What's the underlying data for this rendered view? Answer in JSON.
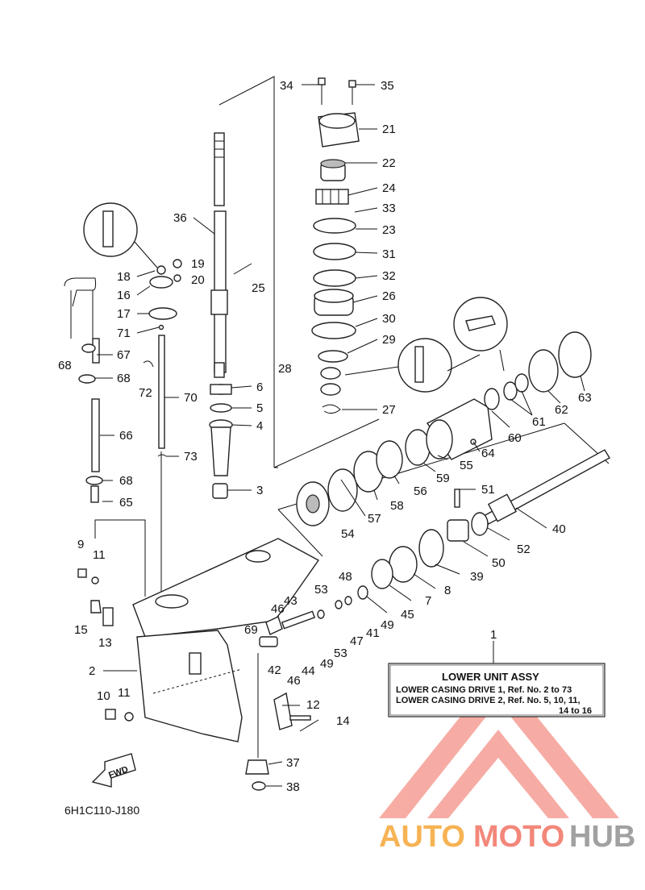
{
  "diagram": {
    "part_labels": [
      {
        "id": "l34",
        "text": "34"
      },
      {
        "id": "l35",
        "text": "35"
      },
      {
        "id": "l21",
        "text": "21"
      },
      {
        "id": "l22",
        "text": "22"
      },
      {
        "id": "l24",
        "text": "24"
      },
      {
        "id": "l33",
        "text": "33"
      },
      {
        "id": "l23",
        "text": "23"
      },
      {
        "id": "l31",
        "text": "31"
      },
      {
        "id": "l32",
        "text": "32"
      },
      {
        "id": "l26",
        "text": "26"
      },
      {
        "id": "l30",
        "text": "30"
      },
      {
        "id": "l29",
        "text": "29"
      },
      {
        "id": "l28",
        "text": "28"
      },
      {
        "id": "l27",
        "text": "27"
      },
      {
        "id": "l36",
        "text": "36"
      },
      {
        "id": "l25",
        "text": "25"
      },
      {
        "id": "l19",
        "text": "19"
      },
      {
        "id": "l18",
        "text": "18"
      },
      {
        "id": "l20",
        "text": "20"
      },
      {
        "id": "l16",
        "text": "16"
      },
      {
        "id": "l17",
        "text": "17"
      },
      {
        "id": "l71",
        "text": "71"
      },
      {
        "id": "l67",
        "text": "67"
      },
      {
        "id": "l68a",
        "text": "68"
      },
      {
        "id": "l68b",
        "text": "68"
      },
      {
        "id": "l72",
        "text": "72"
      },
      {
        "id": "l70",
        "text": "70"
      },
      {
        "id": "l6",
        "text": "6"
      },
      {
        "id": "l5",
        "text": "5"
      },
      {
        "id": "l4",
        "text": "4"
      },
      {
        "id": "l66",
        "text": "66"
      },
      {
        "id": "l73",
        "text": "73"
      },
      {
        "id": "l68c",
        "text": "68"
      },
      {
        "id": "l65",
        "text": "65"
      },
      {
        "id": "l3",
        "text": "3"
      },
      {
        "id": "l9",
        "text": "9"
      },
      {
        "id": "l11a",
        "text": "11"
      },
      {
        "id": "l15",
        "text": "15"
      },
      {
        "id": "l13",
        "text": "13"
      },
      {
        "id": "l2",
        "text": "2"
      },
      {
        "id": "l10",
        "text": "10"
      },
      {
        "id": "l11b",
        "text": "11"
      },
      {
        "id": "l69",
        "text": "69"
      },
      {
        "id": "l43",
        "text": "43"
      },
      {
        "id": "l46a",
        "text": "46"
      },
      {
        "id": "l53a",
        "text": "53"
      },
      {
        "id": "l48",
        "text": "48"
      },
      {
        "id": "l42",
        "text": "42"
      },
      {
        "id": "l44",
        "text": "44"
      },
      {
        "id": "l46b",
        "text": "46"
      },
      {
        "id": "l49a",
        "text": "49"
      },
      {
        "id": "l53b",
        "text": "53"
      },
      {
        "id": "l47",
        "text": "47"
      },
      {
        "id": "l41",
        "text": "41"
      },
      {
        "id": "l49b",
        "text": "49"
      },
      {
        "id": "l45",
        "text": "45"
      },
      {
        "id": "l7",
        "text": "7"
      },
      {
        "id": "l8",
        "text": "8"
      },
      {
        "id": "l39",
        "text": "39"
      },
      {
        "id": "l50",
        "text": "50"
      },
      {
        "id": "l52",
        "text": "52"
      },
      {
        "id": "l40",
        "text": "40"
      },
      {
        "id": "l51",
        "text": "51"
      },
      {
        "id": "l54",
        "text": "54"
      },
      {
        "id": "l57",
        "text": "57"
      },
      {
        "id": "l58",
        "text": "58"
      },
      {
        "id": "l56",
        "text": "56"
      },
      {
        "id": "l59",
        "text": "59"
      },
      {
        "id": "l55",
        "text": "55"
      },
      {
        "id": "l64",
        "text": "64"
      },
      {
        "id": "l60",
        "text": "60"
      },
      {
        "id": "l61",
        "text": "61"
      },
      {
        "id": "l62",
        "text": "62"
      },
      {
        "id": "l63",
        "text": "63"
      },
      {
        "id": "l12",
        "text": "12"
      },
      {
        "id": "l14",
        "text": "14"
      },
      {
        "id": "l37",
        "text": "37"
      },
      {
        "id": "l38",
        "text": "38"
      },
      {
        "id": "l1",
        "text": "1"
      }
    ],
    "fwd_label": "FWD",
    "drawing_code": "6H1C110-J180"
  },
  "note_box": {
    "title": "LOWER UNIT ASSY",
    "line1": "LOWER CASING DRIVE 1,  Ref. No. 2 to 73",
    "line2": "LOWER CASING DRIVE 2,  Ref. No. 5, 10, 11,",
    "line3": "14 to 16"
  },
  "watermark": {
    "text_part1": "AUTO",
    "text_part2": "MOTO",
    "text_part3": "HUB",
    "color_red": "#f06a5a",
    "color_orange": "#f5a12a",
    "color_gray": "#8a8a8a"
  }
}
